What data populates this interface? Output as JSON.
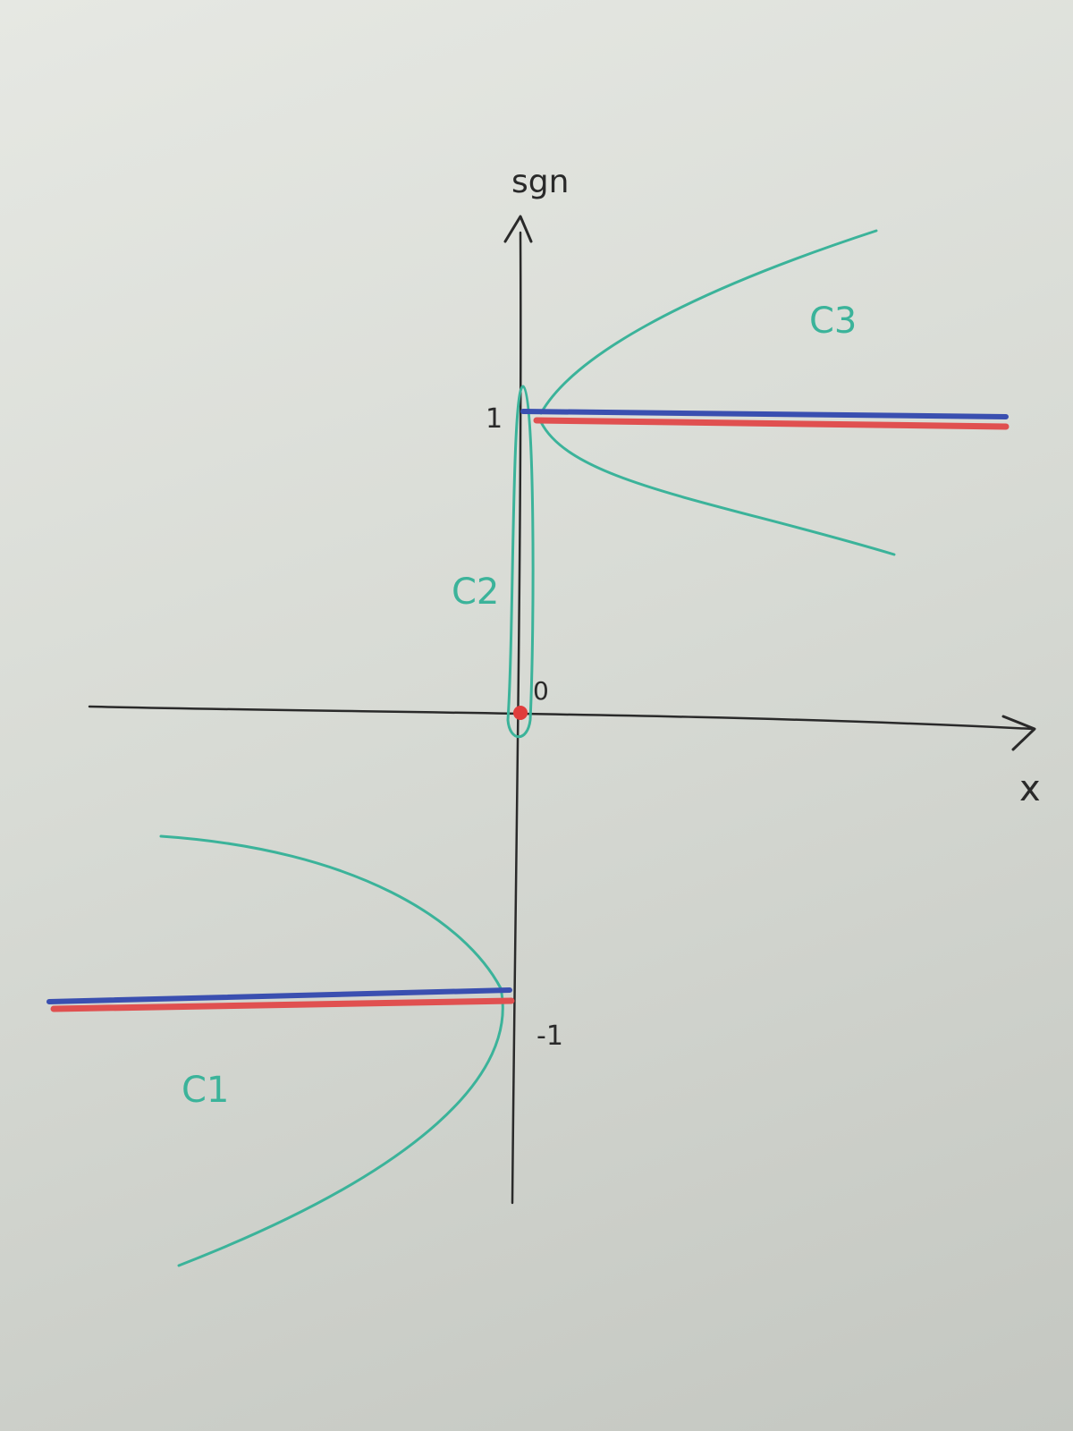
{
  "axes": {
    "x_label": "x",
    "y_label": "sgn",
    "tick_pos": "1",
    "tick_neg": "-1",
    "origin": "0"
  },
  "curve_labels": {
    "c1": "C1",
    "c2": "C2",
    "c3": "C3"
  },
  "colors": {
    "ink": "#2a2a2a",
    "curve": "#3bb39a",
    "blue": "#3a4fb0",
    "red": "#e05050"
  }
}
